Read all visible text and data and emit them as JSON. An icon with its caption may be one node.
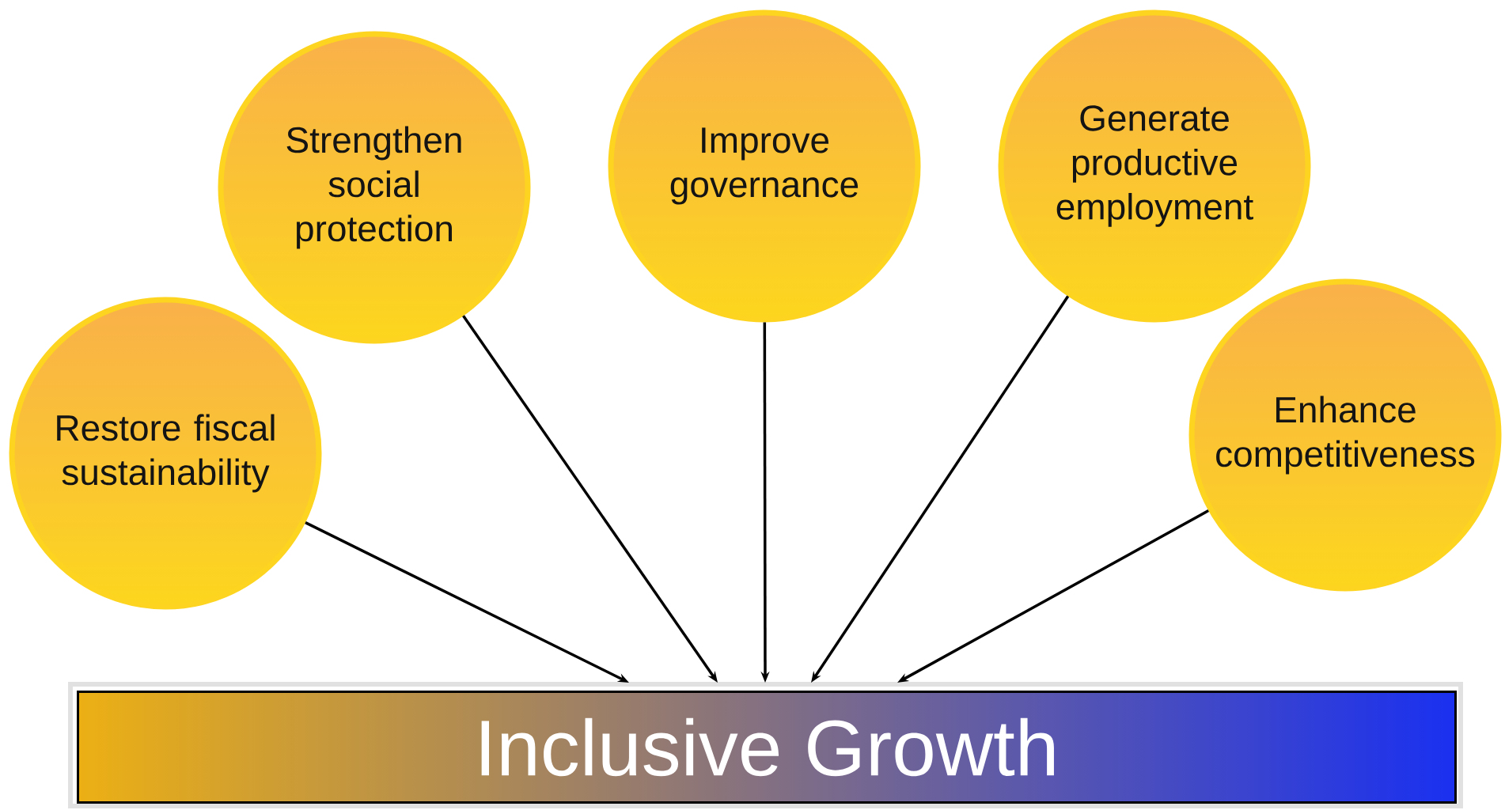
{
  "diagram": {
    "nodes": [
      {
        "text": [
          "Restore fiscal sustainability"
        ]
      },
      {
        "text": [
          "Strengthen social protection"
        ]
      },
      {
        "text": [
          "Improve governance"
        ]
      },
      {
        "text": [
          "Generate productive employment"
        ]
      },
      {
        "text": [
          "Enhance competitiveness"
        ]
      },
      {
        "text": [
          "Inclusive Growth"
        ]
      }
    ],
    "edges": [
      {
        "from": 0,
        "to": 5,
        "arrow": "to"
      },
      {
        "from": 1,
        "to": 5,
        "arrow": "to"
      },
      {
        "from": 2,
        "to": 5,
        "arrow": "to"
      },
      {
        "from": 3,
        "to": 5,
        "arrow": "to"
      },
      {
        "from": 4,
        "to": 5,
        "arrow": "to"
      }
    ]
  }
}
